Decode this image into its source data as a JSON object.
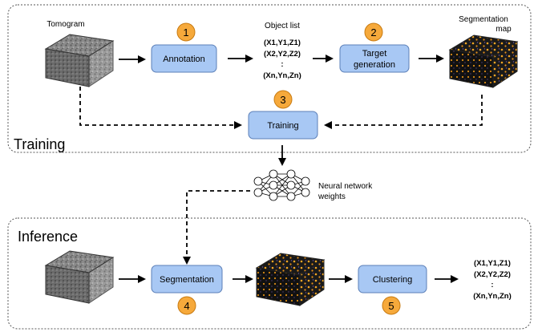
{
  "panels": {
    "training": "Training",
    "inference": "Inference"
  },
  "inputs": {
    "tomogram": "Tomogram",
    "object_list": "Object list",
    "segmentation_map": [
      "Segmentation",
      "map"
    ],
    "neural_network": [
      "Neural network",
      "weights"
    ]
  },
  "steps": {
    "annotation": {
      "number": "1",
      "label": [
        "Annotation"
      ]
    },
    "target_generation": {
      "number": "2",
      "label": [
        "Target",
        "generation"
      ]
    },
    "training": {
      "number": "3",
      "label": [
        "Training"
      ]
    },
    "segmentation": {
      "number": "4",
      "label": [
        "Segmentation"
      ]
    },
    "clustering": {
      "number": "5",
      "label": [
        "Clustering"
      ]
    }
  },
  "coordinates": [
    "(X1,Y1,Z1)",
    "(X2,Y2,Z2)",
    ":",
    "(Xn,Yn,Zn)"
  ],
  "colors": {
    "box_fill": "#a8c8f4",
    "box_stroke": "#5b7fb8",
    "badge_fill": "#f6a93b",
    "badge_stroke": "#c87a10",
    "panel_stroke": "#555555",
    "arrow": "#000000",
    "seg_background": "#1a1a1a",
    "seg_dots": "#f5a623"
  }
}
